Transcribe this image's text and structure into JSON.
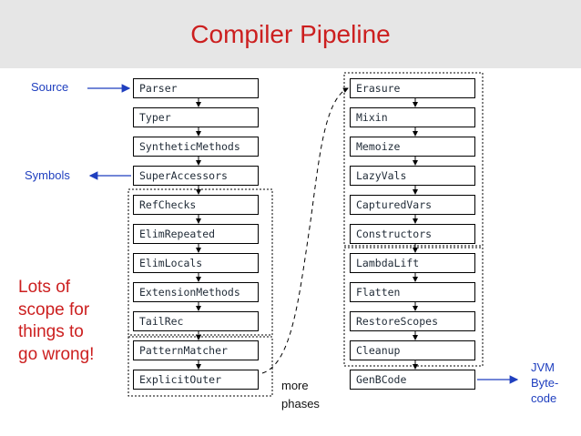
{
  "title": "Compiler Pipeline",
  "left_column": [
    "Parser",
    "Typer",
    "SyntheticMethods",
    "SuperAccessors",
    "RefChecks",
    "ElimRepeated",
    "ElimLocals",
    "ExtensionMethods",
    "TailRec",
    "PatternMatcher",
    "ExplicitOuter"
  ],
  "right_column": [
    "Erasure",
    "Mixin",
    "Memoize",
    "LazyVals",
    "CapturedVars",
    "Constructors",
    "LambdaLift",
    "Flatten",
    "RestoreScopes",
    "Cleanup",
    "GenBCode"
  ],
  "labels": {
    "source": "Source",
    "symbols": "Symbols",
    "warning": [
      "Lots of",
      "scope for",
      "things to",
      "go wrong!"
    ],
    "more_phases": [
      "more",
      "phases"
    ],
    "jvm": [
      "JVM",
      "Byte-",
      "code"
    ]
  },
  "colors": {
    "title": "#cc1f1f",
    "label_blue": "#1f3fbf",
    "header_bg": "#e6e6e6"
  }
}
